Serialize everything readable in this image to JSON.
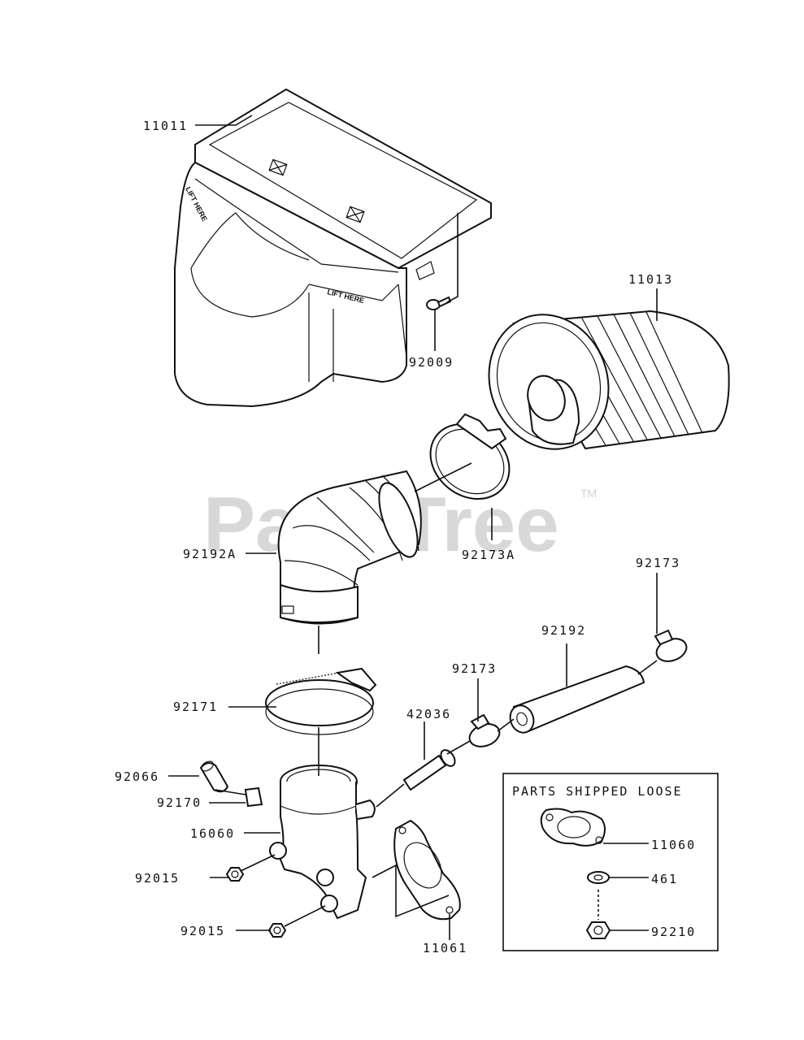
{
  "watermark": {
    "text": "PartsTree",
    "trademark": "TM"
  },
  "parts_box": {
    "title": "PARTS SHIPPED LOOSE"
  },
  "embossed": {
    "lift_here_side": "LIFT HERE",
    "lift_here_front": "LIFT HERE"
  },
  "callouts": {
    "p11011": "11011",
    "p11013": "11013",
    "p92009": "92009",
    "p92173A": "92173A",
    "p92192A": "92192A",
    "p92173_top": "92173",
    "p92192": "92192",
    "p92173_mid": "92173",
    "p42036": "42036",
    "p92171": "92171",
    "p92066": "92066",
    "p92170": "92170",
    "p16060": "16060",
    "p92015_a": "92015",
    "p92015_b": "92015",
    "p11061": "11061",
    "p11060": "11060",
    "p461": "461",
    "p92210": "92210"
  }
}
